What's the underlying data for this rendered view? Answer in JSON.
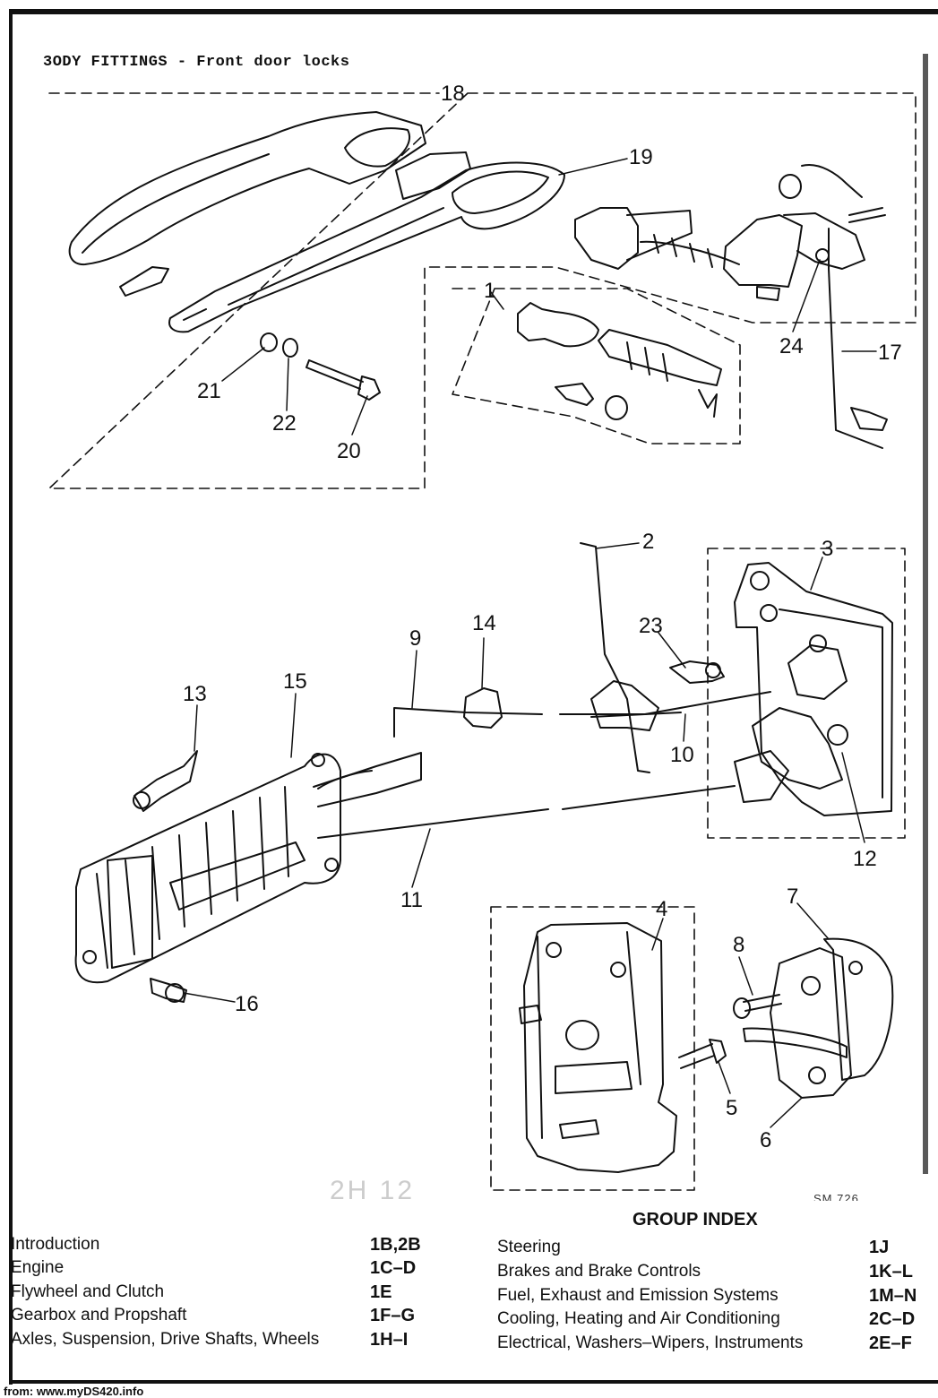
{
  "header": {
    "title": "3ODY FITTINGS - Front door locks"
  },
  "diagram": {
    "callouts": [
      "1",
      "2",
      "3",
      "4",
      "5",
      "6",
      "7",
      "8",
      "9",
      "10",
      "11",
      "12",
      "13",
      "14",
      "15",
      "16",
      "17",
      "18",
      "19",
      "20",
      "21",
      "22",
      "23",
      "24"
    ],
    "drawing_ref": "SM.726",
    "handwritten_note": "2H 12"
  },
  "group_index": {
    "title": "GROUP INDEX",
    "left": [
      {
        "label": "Introduction",
        "code": "1B,2B"
      },
      {
        "label": "Engine",
        "code": "1C–D"
      },
      {
        "label": "Flywheel and Clutch",
        "code": "1E"
      },
      {
        "label": "Gearbox and Propshaft",
        "code": "1F–G"
      },
      {
        "label": "Axles, Suspension, Drive Shafts, Wheels",
        "code": "1H–I"
      }
    ],
    "right": [
      {
        "label": "Steering",
        "code": "1J"
      },
      {
        "label": "Brakes and Brake Controls",
        "code": "1K–L"
      },
      {
        "label": "Fuel, Exhaust and Emission Systems",
        "code": "1M–N"
      },
      {
        "label": "Cooling, Heating and Air Conditioning",
        "code": "2C–D"
      },
      {
        "label": "Electrical, Washers–Wipers, Instruments",
        "code": "2E–F"
      }
    ]
  },
  "footer": {
    "source": "from: www.myDS420.info"
  }
}
